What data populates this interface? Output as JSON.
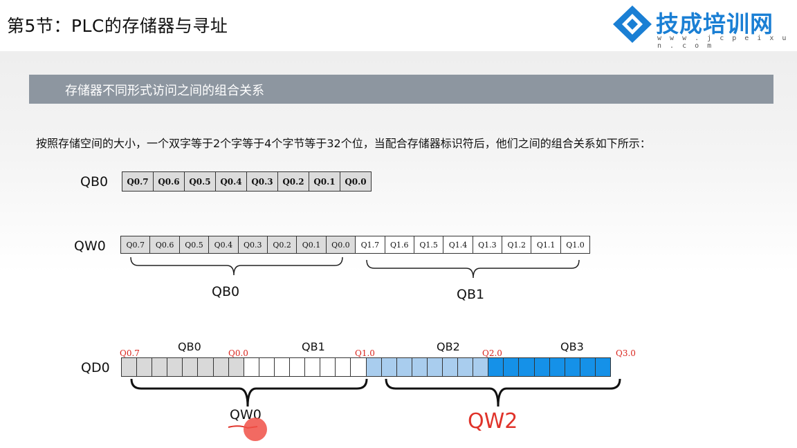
{
  "slide": {
    "title": "第5节：PLC的存储器与寻址"
  },
  "brand": {
    "name": "技成培训网",
    "url": "w w w . j c p e i x u n . c o m",
    "accent": "#1a7fd4"
  },
  "section": {
    "title": "存储器不同形式访问之间的组合关系"
  },
  "intro": "按照存储空间的大小，一个双字等于2个字等于4个字节等于32个位，当配合存储器标识符后，他们之间的组合关系如下所示：",
  "qb0_row": {
    "label": "QB0",
    "bits": [
      "Q0.7",
      "Q0.6",
      "Q0.5",
      "Q0.4",
      "Q0.3",
      "Q0.2",
      "Q0.1",
      "Q0.0"
    ]
  },
  "qw0_row": {
    "label": "QW0",
    "bits": [
      "Q0.7",
      "Q0.6",
      "Q0.5",
      "Q0.4",
      "Q0.3",
      "Q0.2",
      "Q0.1",
      "Q0.0",
      "Q1.7",
      "Q1.6",
      "Q1.5",
      "Q1.4",
      "Q1.3",
      "Q1.2",
      "Q1.1",
      "Q1.0"
    ],
    "brace_labels": [
      "QB0",
      "QB1"
    ]
  },
  "qd0_row": {
    "label": "QD0",
    "byte_labels": [
      "QB0",
      "QB1",
      "QB2",
      "QB3"
    ],
    "bit_markers": [
      "Q0.7",
      "Q0.0",
      "Q1.0",
      "Q2.0",
      "Q3.0"
    ],
    "byte_colors": [
      "#d9d9d9",
      "#ffffff",
      "#a9cdee",
      "#1591e8"
    ],
    "brace_labels": [
      "QW0"
    ],
    "handwritten_note": "QW2"
  }
}
